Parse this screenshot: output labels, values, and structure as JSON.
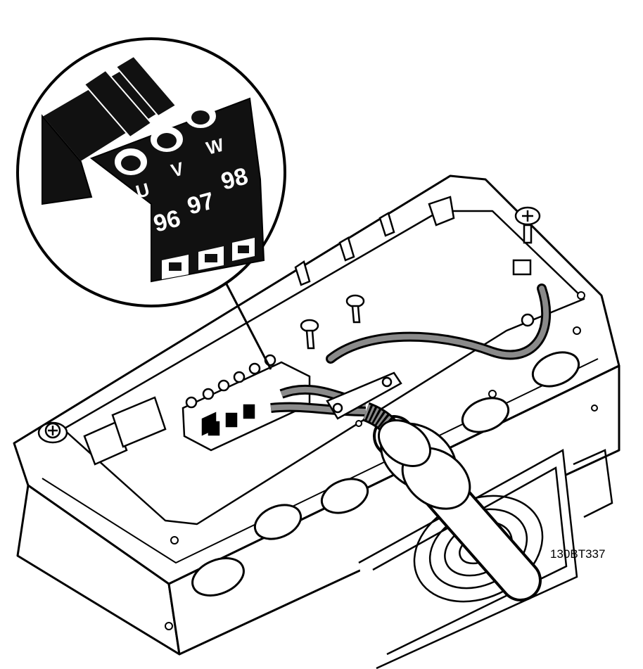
{
  "diagram": {
    "reference_code": "130BT337",
    "connector": {
      "phase_labels": [
        "U",
        "V",
        "W"
      ],
      "terminal_numbers": [
        "96",
        "97",
        "98"
      ]
    },
    "colors": {
      "line": "#000000",
      "background": "#ffffff",
      "cable_grey": "#8a8a8a",
      "connector_body": "#111111"
    }
  }
}
